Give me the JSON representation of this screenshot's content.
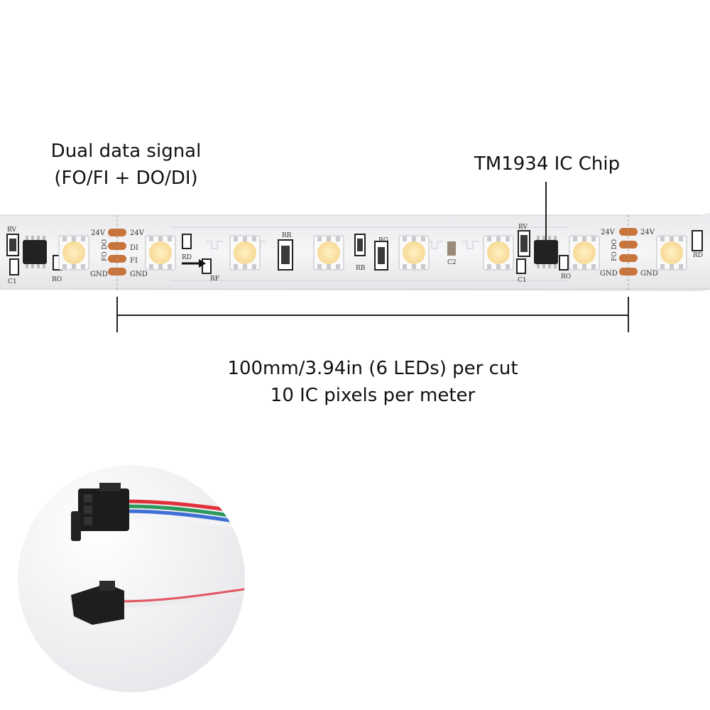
{
  "annotations": {
    "dual_signal_line1": "Dual data signal",
    "dual_signal_line2": "(FO/FI + DO/DI)",
    "ic_chip": "TM1934 IC Chip",
    "cut_length": "100mm/3.94in (6 LEDs) per cut",
    "pixels_per_meter": "10 IC pixels per meter"
  },
  "pads": {
    "left_side": [
      "24V",
      "FO DO",
      "GND"
    ],
    "right_side": [
      "24V",
      "FI",
      "DI",
      "GND"
    ]
  },
  "components": {
    "resistor_rv": "RV",
    "resistor_rd": "RD",
    "resistor_rr": "RR",
    "resistor_rg": "RG",
    "resistor_rb": "RB",
    "resistor_ro": "RO",
    "resistor_rf": "RF",
    "capacitor_c1": "C1",
    "capacitor_c2": "C2"
  },
  "colors": {
    "strip": "#f3f3f5",
    "led": "#fbe3a6",
    "pad": "#c8743a",
    "dimension_line": "#222222"
  }
}
